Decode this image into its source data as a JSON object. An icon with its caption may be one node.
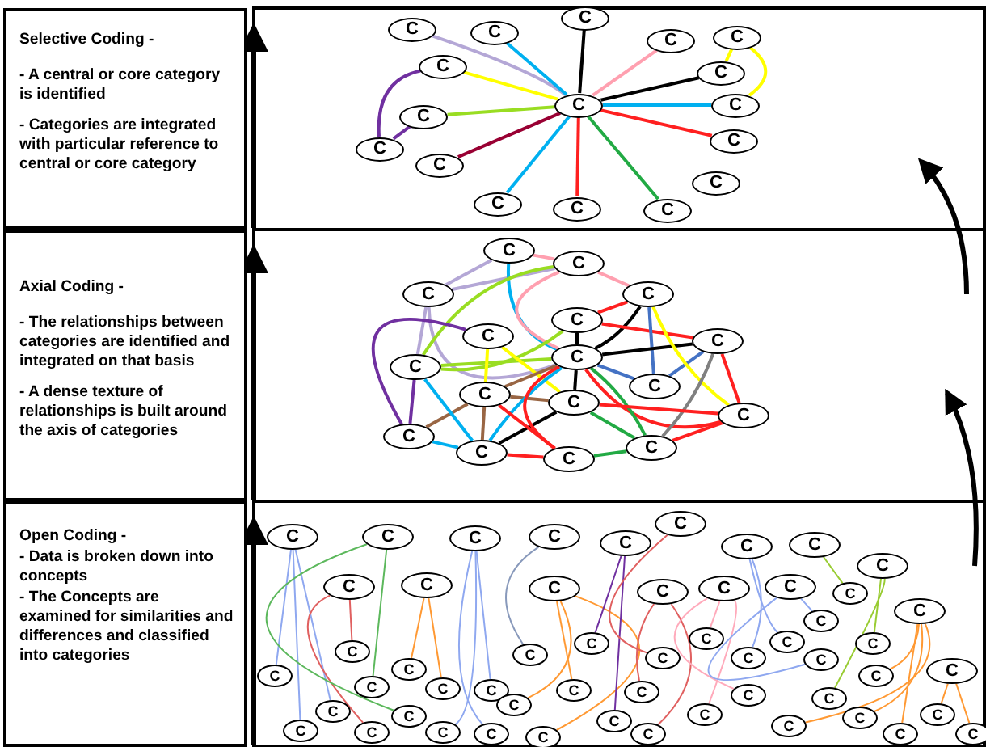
{
  "diagram": {
    "nodes": [
      {
        "text": [
          "Selective Coding -",
          "- A central or core category is identified",
          "- Categories are integrated with particular reference to central or core category"
        ]
      },
      {
        "text": [
          "Axial Coding -",
          "- The relationships between categories are identified and integrated on that basis",
          "- A dense texture of relationships is built around the axis of categories"
        ]
      },
      {
        "text": [
          "Open Coding -",
          "- Data is broken down into concepts",
          "- The Concepts are examined for similarities and differences and classified into categories"
        ]
      },
      {
        "text": [
          "C"
        ]
      },
      {
        "text": [
          "C"
        ]
      },
      {
        "text": [
          "C"
        ]
      },
      {
        "text": [
          "C"
        ]
      },
      {
        "text": [
          "C"
        ]
      },
      {
        "text": [
          "C"
        ]
      },
      {
        "text": [
          "C"
        ]
      },
      {
        "text": [
          "C"
        ]
      },
      {
        "text": [
          "C"
        ]
      },
      {
        "text": [
          "C"
        ]
      },
      {
        "text": [
          "C"
        ]
      },
      {
        "text": [
          "C"
        ]
      },
      {
        "text": [
          "C"
        ]
      },
      {
        "text": [
          "C"
        ]
      },
      {
        "text": [
          "C"
        ]
      },
      {
        "text": [
          "C"
        ]
      },
      {
        "text": [
          "C"
        ]
      },
      {
        "text": [
          "C"
        ]
      },
      {
        "text": [
          "C"
        ]
      },
      {
        "text": [
          "C"
        ]
      },
      {
        "text": [
          "C"
        ]
      },
      {
        "text": [
          "C"
        ]
      },
      {
        "text": [
          "C"
        ]
      },
      {
        "text": [
          "C"
        ]
      },
      {
        "text": [
          "C"
        ]
      },
      {
        "text": [
          "C"
        ]
      },
      {
        "text": [
          "C"
        ]
      },
      {
        "text": [
          "C"
        ]
      },
      {
        "text": [
          "C"
        ]
      },
      {
        "text": [
          "C"
        ]
      },
      {
        "text": [
          "C"
        ]
      },
      {
        "text": [
          "C"
        ]
      },
      {
        "text": [
          "C"
        ]
      },
      {
        "text": [
          "C"
        ]
      },
      {
        "text": [
          "C"
        ]
      },
      {
        "text": [
          "C"
        ]
      },
      {
        "text": [
          "C"
        ]
      },
      {
        "text": [
          "C"
        ]
      },
      {
        "text": [
          "C"
        ]
      },
      {
        "text": [
          "C"
        ]
      },
      {
        "text": [
          "C"
        ]
      },
      {
        "text": [
          "C"
        ]
      },
      {
        "text": [
          "C"
        ]
      },
      {
        "text": [
          "C"
        ]
      },
      {
        "text": [
          "C"
        ]
      },
      {
        "text": [
          "C"
        ]
      },
      {
        "text": [
          "C"
        ]
      },
      {
        "text": [
          "C"
        ]
      },
      {
        "text": [
          "C"
        ]
      },
      {
        "text": [
          "C"
        ]
      },
      {
        "text": [
          "C"
        ]
      },
      {
        "text": [
          "C"
        ]
      },
      {
        "text": [
          "C"
        ]
      },
      {
        "text": [
          "C"
        ]
      },
      {
        "text": [
          "C"
        ]
      },
      {
        "text": [
          "C"
        ]
      },
      {
        "text": [
          "C"
        ]
      },
      {
        "text": [
          "C"
        ]
      },
      {
        "text": [
          "C"
        ]
      },
      {
        "text": [
          "C"
        ]
      },
      {
        "text": [
          "C"
        ]
      },
      {
        "text": [
          "C"
        ]
      },
      {
        "text": [
          "C"
        ]
      },
      {
        "text": [
          "C"
        ]
      },
      {
        "text": [
          "C"
        ]
      },
      {
        "text": [
          "C"
        ]
      },
      {
        "text": [
          "C"
        ]
      },
      {
        "text": [
          "C"
        ]
      },
      {
        "text": [
          "C"
        ]
      },
      {
        "text": [
          "C"
        ]
      },
      {
        "text": [
          "C"
        ]
      },
      {
        "text": [
          "C"
        ]
      },
      {
        "text": [
          "C"
        ]
      },
      {
        "text": [
          "C"
        ]
      },
      {
        "text": [
          "C"
        ]
      },
      {
        "text": [
          "C"
        ]
      },
      {
        "text": [
          "C"
        ]
      },
      {
        "text": [
          "C"
        ]
      },
      {
        "text": [
          "C"
        ]
      },
      {
        "text": [
          "C"
        ]
      },
      {
        "text": [
          "C"
        ]
      },
      {
        "text": [
          "C"
        ]
      },
      {
        "text": [
          "C"
        ]
      },
      {
        "text": [
          "C"
        ]
      },
      {
        "text": [
          "C"
        ]
      },
      {
        "text": [
          "C"
        ]
      },
      {
        "text": [
          "C"
        ]
      },
      {
        "text": [
          "C"
        ]
      }
    ],
    "edges": [
      {
        "from": 3,
        "to": 4,
        "arrow": "none",
        "color": "#b4a7d6"
      },
      {
        "from": 3,
        "to": 5,
        "arrow": "none",
        "color": "#00b0f0"
      },
      {
        "from": 3,
        "to": 6,
        "arrow": "none",
        "color": "#000000"
      },
      {
        "from": 3,
        "to": 7,
        "arrow": "none",
        "color": "#ffa0b0"
      },
      {
        "from": 3,
        "to": 9,
        "arrow": "none",
        "color": "#ffff00"
      },
      {
        "from": 3,
        "to": 10,
        "arrow": "none",
        "color": "#000000"
      },
      {
        "from": 3,
        "to": 11,
        "arrow": "none",
        "color": "#99dd22"
      },
      {
        "from": 3,
        "to": 12,
        "arrow": "none",
        "color": "#00b0f0"
      },
      {
        "from": 3,
        "to": 14,
        "arrow": "none",
        "color": "#ff2020"
      },
      {
        "from": 3,
        "to": 15,
        "arrow": "none",
        "color": "#990033"
      },
      {
        "from": 3,
        "to": 17,
        "arrow": "none",
        "color": "#00b0f0"
      },
      {
        "from": 3,
        "to": 18,
        "arrow": "none",
        "color": "#ff2020"
      },
      {
        "from": 3,
        "to": 19,
        "arrow": "none",
        "color": "#22aa44"
      },
      {
        "from": 9,
        "to": 13,
        "arrow": "none",
        "color": "#7030a0"
      },
      {
        "from": 11,
        "to": 13,
        "arrow": "none",
        "color": "#7030a0"
      },
      {
        "from": 8,
        "to": 10,
        "arrow": "none",
        "color": "#ffff00"
      },
      {
        "from": 8,
        "to": 12,
        "arrow": "none",
        "color": "#ffff00"
      },
      {
        "from": 20,
        "to": 21,
        "arrow": "none",
        "color": "#ffa0b0"
      },
      {
        "from": 20,
        "to": 22,
        "arrow": "none",
        "color": "#b4a7d6"
      },
      {
        "from": 22,
        "to": 21,
        "arrow": "none",
        "color": "#b4a7d6"
      },
      {
        "from": 22,
        "to": 28,
        "arrow": "none",
        "color": "#b4a7d6"
      },
      {
        "from": 22,
        "to": 27,
        "arrow": "none",
        "color": "#b4a7d6"
      },
      {
        "from": 20,
        "to": 28,
        "arrow": "none",
        "color": "#00b0f0"
      },
      {
        "from": 21,
        "to": 27,
        "arrow": "none",
        "color": "#99dd22"
      },
      {
        "from": 21,
        "to": 28,
        "arrow": "none",
        "color": "#ffa0b0"
      },
      {
        "from": 21,
        "to": 23,
        "arrow": "none",
        "color": "#ffa0b0"
      },
      {
        "from": 24,
        "to": 27,
        "arrow": "none",
        "color": "#99dd22"
      },
      {
        "from": 27,
        "to": 28,
        "arrow": "none",
        "color": "#99dd22"
      },
      {
        "from": 25,
        "to": 33,
        "arrow": "none",
        "color": "#7030a0"
      },
      {
        "from": 27,
        "to": 33,
        "arrow": "none",
        "color": "#7030a0"
      },
      {
        "from": 25,
        "to": 31,
        "arrow": "none",
        "color": "#ffff00"
      },
      {
        "from": 25,
        "to": 30,
        "arrow": "none",
        "color": "#ffff00"
      },
      {
        "from": 24,
        "to": 28,
        "arrow": "none",
        "color": "#000000"
      },
      {
        "from": 23,
        "to": 28,
        "arrow": "none",
        "color": "#000000"
      },
      {
        "from": 23,
        "to": 24,
        "arrow": "none",
        "color": "#ff2020"
      },
      {
        "from": 24,
        "to": 26,
        "arrow": "none",
        "color": "#ff2020"
      },
      {
        "from": 23,
        "to": 29,
        "arrow": "none",
        "color": "#4472c4"
      },
      {
        "from": 28,
        "to": 26,
        "arrow": "none",
        "color": "#000000"
      },
      {
        "from": 28,
        "to": 29,
        "arrow": "none",
        "color": "#4472c4"
      },
      {
        "from": 26,
        "to": 29,
        "arrow": "none",
        "color": "#4472c4"
      },
      {
        "from": 23,
        "to": 32,
        "arrow": "none",
        "color": "#ffff00"
      },
      {
        "from": 26,
        "to": 32,
        "arrow": "none",
        "color": "#ff2020"
      },
      {
        "from": 28,
        "to": 32,
        "arrow": "none",
        "color": "#ff2020"
      },
      {
        "from": 26,
        "to": 36,
        "arrow": "none",
        "color": "#808080"
      },
      {
        "from": 28,
        "to": 30,
        "arrow": "none",
        "color": "#996644"
      },
      {
        "from": 30,
        "to": 31,
        "arrow": "none",
        "color": "#996644"
      },
      {
        "from": 30,
        "to": 33,
        "arrow": "none",
        "color": "#996644"
      },
      {
        "from": 30,
        "to": 34,
        "arrow": "none",
        "color": "#996644"
      },
      {
        "from": 27,
        "to": 34,
        "arrow": "none",
        "color": "#00b0f0"
      },
      {
        "from": 28,
        "to": 34,
        "arrow": "none",
        "color": "#00b0f0"
      },
      {
        "from": 31,
        "to": 34,
        "arrow": "none",
        "color": "#000000"
      },
      {
        "from": 33,
        "to": 34,
        "arrow": "none",
        "color": "#00b0f0"
      },
      {
        "from": 30,
        "to": 35,
        "arrow": "none",
        "color": "#ff2020"
      },
      {
        "from": 34,
        "to": 35,
        "arrow": "none",
        "color": "#ff2020"
      },
      {
        "from": 28,
        "to": 35,
        "arrow": "none",
        "color": "#ff2020"
      },
      {
        "from": 28,
        "to": 36,
        "arrow": "none",
        "color": "#22aa44"
      },
      {
        "from": 31,
        "to": 36,
        "arrow": "none",
        "color": "#22aa44"
      },
      {
        "from": 35,
        "to": 36,
        "arrow": "none",
        "color": "#22aa44"
      },
      {
        "from": 31,
        "to": 32,
        "arrow": "none",
        "color": "#ff2020"
      },
      {
        "from": 36,
        "to": 32,
        "arrow": "none",
        "color": "#ff2020"
      },
      {
        "from": 28,
        "to": 31,
        "arrow": "none",
        "color": "#000000"
      },
      {
        "from": 37,
        "to": 54,
        "arrow": "none",
        "color": "#8fa8f0"
      },
      {
        "from": 37,
        "to": 55,
        "arrow": "none",
        "color": "#8fa8f0"
      },
      {
        "from": 37,
        "to": 56,
        "arrow": "none",
        "color": "#8fa8f0"
      },
      {
        "from": 46,
        "to": 57,
        "arrow": "none",
        "color": "#e06060"
      },
      {
        "from": 46,
        "to": 59,
        "arrow": "none",
        "color": "#e06060"
      },
      {
        "from": 38,
        "to": 58,
        "arrow": "none",
        "color": "#5cb85c"
      },
      {
        "from": 38,
        "to": 61,
        "arrow": "none",
        "color": "#5cb85c"
      },
      {
        "from": 47,
        "to": 60,
        "arrow": "none",
        "color": "#ff9933"
      },
      {
        "from": 47,
        "to": 62,
        "arrow": "none",
        "color": "#ff9933"
      },
      {
        "from": 39,
        "to": 63,
        "arrow": "none",
        "color": "#8fa8f0"
      },
      {
        "from": 39,
        "to": 64,
        "arrow": "none",
        "color": "#8fa8f0"
      },
      {
        "from": 39,
        "to": 65,
        "arrow": "none",
        "color": "#8fa8f0"
      },
      {
        "from": 40,
        "to": 66,
        "arrow": "none",
        "color": "#8899bb"
      },
      {
        "from": 48,
        "to": 67,
        "arrow": "none",
        "color": "#ff9933"
      },
      {
        "from": 48,
        "to": 68,
        "arrow": "none",
        "color": "#ff9933"
      },
      {
        "from": 48,
        "to": 69,
        "arrow": "none",
        "color": "#ff9933"
      },
      {
        "from": 41,
        "to": 70,
        "arrow": "none",
        "color": "#7030a0"
      },
      {
        "from": 41,
        "to": 71,
        "arrow": "none",
        "color": "#7030a0"
      },
      {
        "from": 49,
        "to": 72,
        "arrow": "none",
        "color": "#e06060"
      },
      {
        "from": 49,
        "to": 73,
        "arrow": "none",
        "color": "#e06060"
      },
      {
        "from": 42,
        "to": 74,
        "arrow": "none",
        "color": "#e06060"
      },
      {
        "from": 50,
        "to": 75,
        "arrow": "none",
        "color": "#ffaabb"
      },
      {
        "from": 50,
        "to": 76,
        "arrow": "none",
        "color": "#ffaabb"
      },
      {
        "from": 50,
        "to": 78,
        "arrow": "none",
        "color": "#ffaabb"
      },
      {
        "from": 43,
        "to": 77,
        "arrow": "none",
        "color": "#8fa8f0"
      },
      {
        "from": 43,
        "to": 79,
        "arrow": "none",
        "color": "#8fa8f0"
      },
      {
        "from": 51,
        "to": 80,
        "arrow": "none",
        "color": "#8fa8f0"
      },
      {
        "from": 51,
        "to": 81,
        "arrow": "none",
        "color": "#8fa8f0"
      },
      {
        "from": 44,
        "to": 82,
        "arrow": "none",
        "color": "#99cc33"
      },
      {
        "from": 45,
        "to": 83,
        "arrow": "none",
        "color": "#99cc33"
      },
      {
        "from": 45,
        "to": 85,
        "arrow": "none",
        "color": "#99cc33"
      },
      {
        "from": 52,
        "to": 84,
        "arrow": "none",
        "color": "#ff9933"
      },
      {
        "from": 52,
        "to": 86,
        "arrow": "none",
        "color": "#ff9933"
      },
      {
        "from": 52,
        "to": 87,
        "arrow": "none",
        "color": "#ff9933"
      },
      {
        "from": 52,
        "to": 88,
        "arrow": "none",
        "color": "#ff9933"
      },
      {
        "from": 53,
        "to": 89,
        "arrow": "none",
        "color": "#ff9933"
      },
      {
        "from": 53,
        "to": 90,
        "arrow": "none",
        "color": "#ff9933"
      },
      {
        "from": 2,
        "to": 1,
        "arrow": "to",
        "color": "#000000"
      },
      {
        "from": 1,
        "to": 0,
        "arrow": "to",
        "color": "#000000"
      },
      {
        "from": null,
        "to": 0,
        "arrow": "to",
        "color": "#000000"
      }
    ]
  }
}
